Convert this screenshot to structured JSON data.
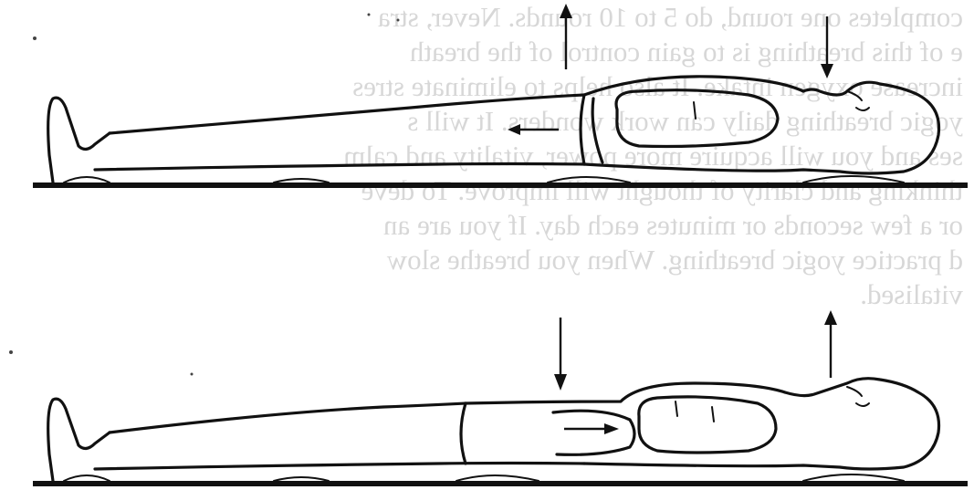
{
  "background_text_lines": [
    "completes one round, do 5 to 10 rounds. Never, stra",
    "e of this breathing is to gain control of the breath",
    "increase oxygen intake. It also helps to eliminate stres",
    "yogic breathing daily can work wonders. It will s",
    "ses and you will acquire more power, vitality and calm",
    "thinking and clarity of thought will improve. To deve",
    "or a few seconds or minutes each day. If you are an",
    "d practice yogic breathing. When you breathe slow",
    "vitalised."
  ],
  "colors": {
    "ink": "#111111",
    "ghost_text": "#b7b7b7",
    "paper": "#ffffff"
  },
  "figures": [
    {
      "name": "upper-figure",
      "abdomen_arrow": "up",
      "chest_arrow": "down",
      "internal_arrow": "left"
    },
    {
      "name": "lower-figure",
      "abdomen_arrow": "down",
      "chest_arrow": "up",
      "internal_arrow": "right"
    }
  ]
}
